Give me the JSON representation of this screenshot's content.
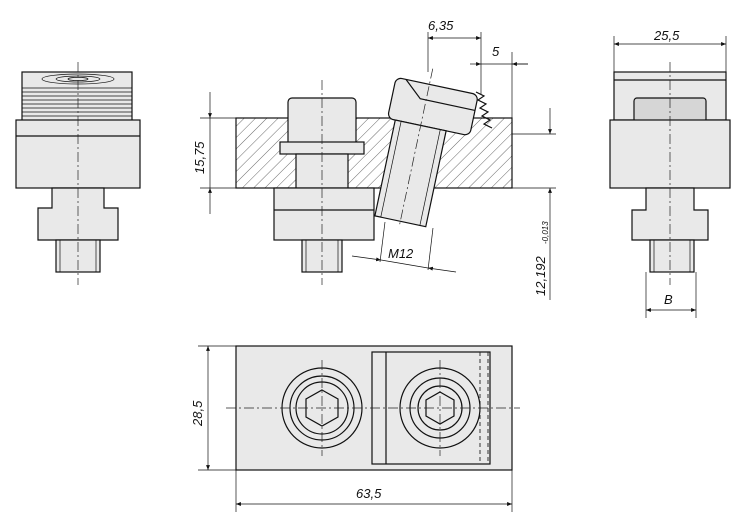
{
  "dimensions": {
    "d_6_35": "6,35",
    "d_5": "5",
    "d_25_5": "25,5",
    "d_15_75": "15,75",
    "d_12_192": "12,192",
    "d_tol": "-0,013",
    "d_m12": "M12",
    "d_b": "B",
    "d_28_5": "28,5",
    "d_63_5": "63,5"
  },
  "colors": {
    "line": "#111111",
    "fill": "#e9e9e9",
    "hatch": "#444444"
  }
}
